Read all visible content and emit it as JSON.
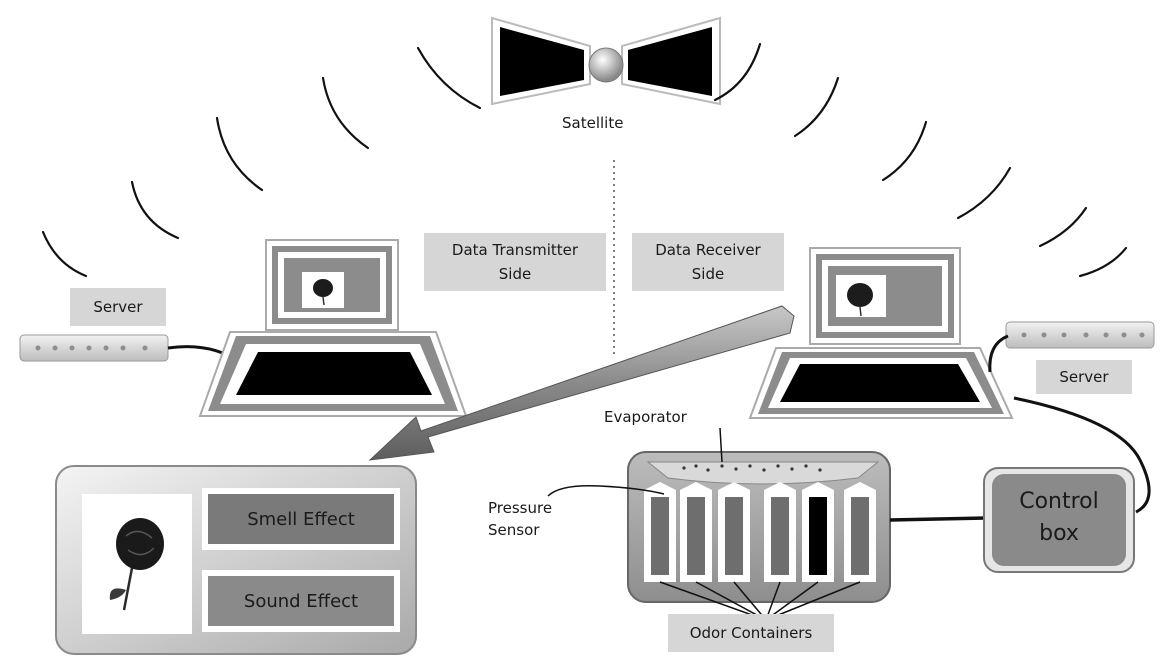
{
  "labels": {
    "satellite": "Satellite",
    "transmitter": "Data Transmitter\nSide",
    "receiver": "Data Receiver\nSide",
    "server_left": "Server",
    "server_right": "Server",
    "evaporator": "Evaporator",
    "pressure_sensor": "Pressure\nSensor",
    "control_box": "Control\nbox",
    "odor_containers": "Odor Containers",
    "smell_effect": "Smell Effect",
    "sound_effect": "Sound Effect"
  },
  "colors": {
    "panel_gray": "#d6d6d6",
    "dark": "#000000",
    "mid_gray": "#8c8c8c",
    "container_dark": "#6e6e6e"
  },
  "icons": [
    "satellite-icon",
    "laptop-icon",
    "server-icon",
    "rose-icon",
    "arrow-icon",
    "signal-wave-icon"
  ]
}
